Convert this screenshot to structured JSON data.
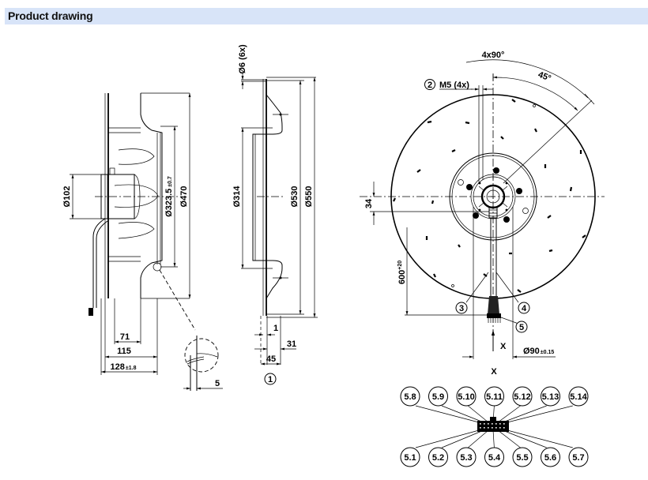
{
  "header": {
    "title": "Product drawing",
    "background_color": "#d8e4f8"
  },
  "side_view": {
    "dimensions": {
      "hub_diameter": "Ø102",
      "inner_diameter": "Ø323.5",
      "inner_diameter_tol": "±0.7",
      "outer_diameter": "Ø470",
      "depth_71": "71",
      "depth_115": "115",
      "depth_128": "128",
      "depth_128_tol": "±1.8",
      "detail_5": "5"
    }
  },
  "nozzle_view": {
    "dimensions": {
      "hole_diameter": "Ø6 (6x)",
      "inlet_diameter": "Ø314",
      "diameter_530": "Ø530",
      "diameter_550": "Ø550",
      "thickness_1": "1",
      "width_31": "31",
      "width_45": "45"
    },
    "callout_1": "1"
  },
  "front_view": {
    "angle_4x90": "4x90°",
    "angle_45": "45°",
    "callout_2": "2",
    "thread_label": "M5 (4x)",
    "offset_34": "34",
    "cable_length": "600",
    "cable_length_tol": "+20",
    "hub_bolt_circle": "Ø90",
    "hub_bolt_circle_tol": "±0.15",
    "view_arrow": "X",
    "callout_3": "3",
    "callout_4": "4",
    "callout_5": "5"
  },
  "connector_view": {
    "title": "X",
    "top_pins": [
      "5.8",
      "5.9",
      "5.10",
      "5.11",
      "5.12",
      "5.13",
      "5.14"
    ],
    "bottom_pins": [
      "5.1",
      "5.2",
      "5.3",
      "5.4",
      "5.5",
      "5.6",
      "5.7"
    ]
  }
}
